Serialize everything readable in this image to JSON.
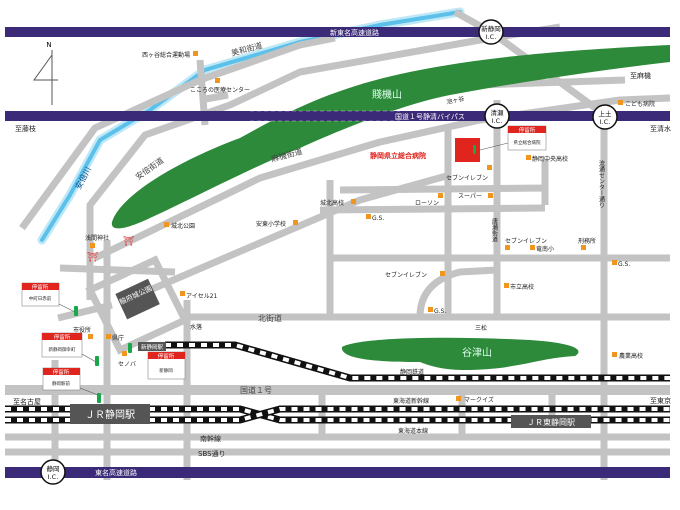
{
  "colors": {
    "expressway": "#3b2a78",
    "mountain": "#2d8a3a",
    "river": "#5bc0ea",
    "road": "#c3c3c3",
    "poi": "#f0961e",
    "hospital": "#e0251f",
    "bus_stop": "#18a84a",
    "station_box": "#555555"
  },
  "compass": "N",
  "expressways": {
    "shin_tomei": "新東名高速道路",
    "bypass": "国道１号静清バイパス",
    "tomei": "東名高速道路"
  },
  "interchanges": [
    {
      "name": "新静岡",
      "suffix": "I.C."
    },
    {
      "name": "清瀬",
      "suffix": "I.C."
    },
    {
      "name": "上土",
      "suffix": "I.C."
    },
    {
      "name": "静岡",
      "suffix": "I.C."
    }
  ],
  "mountains": {
    "shizuhata": "賤機山",
    "yatsu": "谷津山"
  },
  "river": "安倍川",
  "roads": {
    "miwa": "美和街道",
    "abe": "安倍街道",
    "asahata": "麻機街道",
    "ikegaya": "池ヶ谷",
    "ryutsu": "流通センター通り",
    "karase": "唐瀬街道",
    "kita": "北街道",
    "route1": "国道１号",
    "nankan": "南幹線",
    "sbs": "SBS通り"
  },
  "directions": {
    "fujieda": "至藤枝",
    "asahata": "至麻機",
    "shimizu": "至清水",
    "nagoya": "至名古屋",
    "tokyo": "至東京"
  },
  "places": {
    "nishigaya": "西ヶ谷総合運動場",
    "kokoro": "こころの医療センター",
    "kodomo": "こども病院",
    "hospital": "静岡県立総合病院",
    "chuo_high": "静岡中央高校",
    "seven1": "セブンイレブン",
    "super": "スーパー",
    "lawson": "ローソン",
    "johoku_high": "城北高校",
    "gs1": "G.S.",
    "seven2": "セブンイレブン",
    "ryunan": "竜南小",
    "prison": "刑務所",
    "gs2": "G.S.",
    "johoku_park": "城北公園",
    "ando": "安東小学校",
    "sengen": "浅間神社",
    "seven3": "セブンイレブン",
    "city_high": "市立高校",
    "gs3": "G.S.",
    "mimatsu": "三松",
    "agri_high": "農業高校",
    "aisel": "アイセル21",
    "mizuochi": "水落",
    "city_hall": "市役所",
    "pref": "県庁",
    "cenova": "セノバ",
    "sunpu": "駿府城公園",
    "marks": "マークイズ"
  },
  "railways": {
    "shizutetsu": "静岡鉄道",
    "shinkansen": "東海道新幹線",
    "honsen": "東海道本線"
  },
  "stations": {
    "shizuoka": "ＪＲ静岡駅",
    "higashi": "ＪＲ東静岡駅",
    "shin_shizuoka": "新静岡駅"
  },
  "bus_stops": [
    {
      "header": "停留所",
      "name": "県立総合病院"
    },
    {
      "header": "停留所",
      "name": "中町日赤前"
    },
    {
      "header": "停留所",
      "name": "新静岡御幸町"
    },
    {
      "header": "停留所",
      "name": "新静岡"
    },
    {
      "header": "停留所",
      "name": "静岡駅前"
    }
  ]
}
